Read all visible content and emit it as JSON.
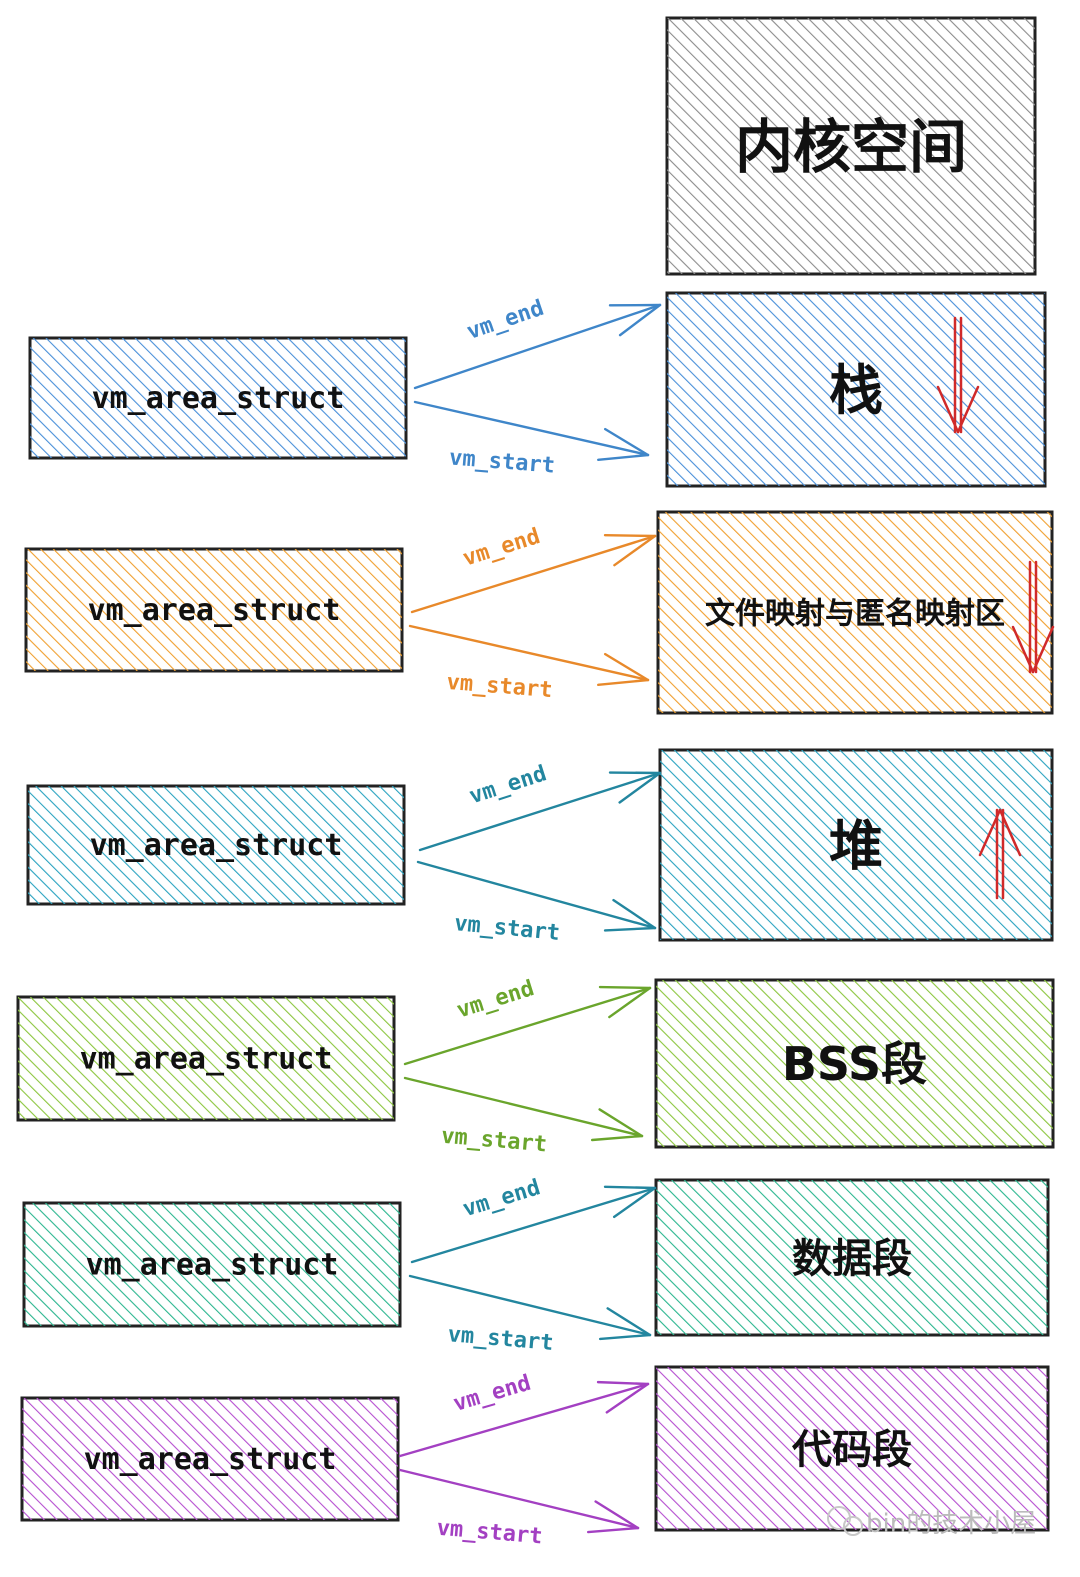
{
  "kernel": {
    "label": "内核空间",
    "color": "#8c8c8c"
  },
  "pointer_labels": {
    "end": "vm_end",
    "start": "vm_start"
  },
  "rows": [
    {
      "struct_label": "vm_area_struct",
      "segment_label": "栈",
      "color": "#4a90d9",
      "growth": "down"
    },
    {
      "struct_label": "vm_area_struct",
      "segment_label": "文件映射与匿名映射区",
      "color": "#f0a030",
      "growth": "down"
    },
    {
      "struct_label": "vm_area_struct",
      "segment_label": "堆",
      "color": "#2aa3c0",
      "growth": "up"
    },
    {
      "struct_label": "vm_area_struct",
      "segment_label": "BSS段",
      "color": "#8cc63f",
      "growth": "none"
    },
    {
      "struct_label": "vm_area_struct",
      "segment_label": "数据段",
      "color": "#2bb68f",
      "growth": "none"
    },
    {
      "struct_label": "vm_area_struct",
      "segment_label": "代码段",
      "color": "#b54fd0",
      "growth": "none"
    }
  ],
  "growth_arrow_color": "#d02a2a",
  "pointer_colors": [
    "#3f86c9",
    "#e8892a",
    "#23869f",
    "#6aa52c",
    "#23869f",
    "#a340c2"
  ],
  "watermark": "bin的技术小屋"
}
